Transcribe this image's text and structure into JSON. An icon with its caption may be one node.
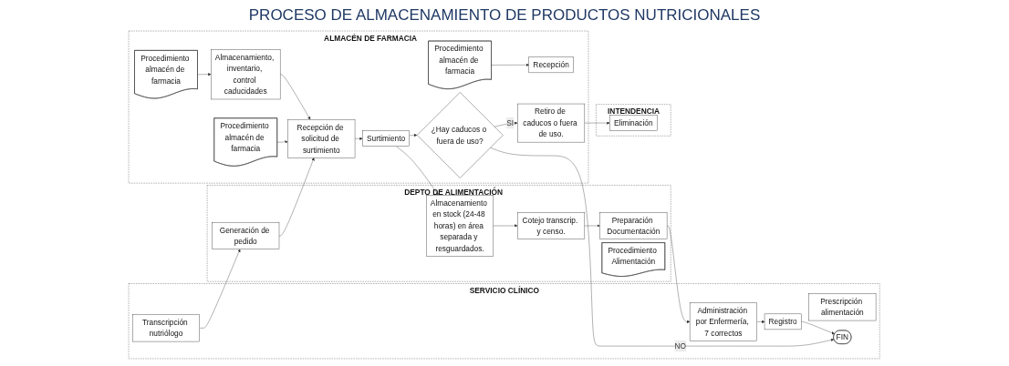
{
  "diagram": {
    "title": "PROCESO DE ALMACENAMIENTO DE PRODUCTOS NUTRICIONALES",
    "nodes": [
      {
        "text": [
          "ALMACÉN DE FARMACIA"
        ]
      },
      {
        "text": [
          "DEPTO DE ALIMENTACIÓN"
        ]
      },
      {
        "text": [
          "SERVICIO CLÍNICO"
        ]
      },
      {
        "text": [
          "INTENDENCIA"
        ]
      },
      {
        "text": [
          "Procedimiento almacén de farmacia"
        ],
        "in": 0
      },
      {
        "text": [
          "Recepción"
        ],
        "in": 0
      },
      {
        "text": [
          "Procedimiento almacén de farmacia"
        ],
        "in": 0
      },
      {
        "text": [
          "Almacenamiento, inventario, control caducidades"
        ],
        "in": 0
      },
      {
        "text": [
          "Procedimiento almacén de farmacia"
        ],
        "in": 0
      },
      {
        "text": [
          "Recepción de solicitud de surtimiento"
        ],
        "in": 0
      },
      {
        "text": [
          "Surtimiento"
        ],
        "in": 0
      },
      {
        "text": [
          "¿Hay caducos o fuera de uso?"
        ],
        "in": 0
      },
      {
        "text": [
          "Retiro de caducos o fuera de uso."
        ],
        "in": 0
      },
      {
        "text": [
          "Generación de pedido"
        ],
        "in": 1
      },
      {
        "text": [
          "Almacenamiento en stock (24-48 horas) en área separada y resguardados."
        ],
        "in": 1
      },
      {
        "text": [
          "Cotejo transcrip. y censo."
        ],
        "in": 1
      },
      {
        "text": [
          "Preparación Documentación"
        ],
        "in": 1
      },
      {
        "text": [
          "Procedimiento Alimentación"
        ],
        "in": 1
      },
      {
        "text": [
          "Prescripción alimentación"
        ],
        "in": 2
      },
      {
        "text": [
          "Transcripción nutriólogo"
        ],
        "in": 2
      },
      {
        "text": [
          "Administración por Enfermería, 7 correctos"
        ],
        "in": 2
      },
      {
        "text": [
          "Registro"
        ],
        "in": 2
      },
      {
        "text": [
          "FIN"
        ],
        "in": 2
      },
      {
        "text": [
          "Eliminación"
        ],
        "in": 3
      }
    ],
    "edges": [
      {
        "from": 4,
        "to": 5,
        "arrow": "to"
      },
      {
        "from": 6,
        "to": 7,
        "arrow": "to"
      },
      {
        "from": 7,
        "to": 9,
        "arrow": "to"
      },
      {
        "from": 8,
        "to": 9,
        "arrow": "to"
      },
      {
        "from": 19,
        "to": 13,
        "arrow": "to"
      },
      {
        "from": 13,
        "to": 9,
        "arrow": "to"
      },
      {
        "from": 9,
        "to": 10,
        "arrow": "to"
      },
      {
        "from": 10,
        "to": 14,
        "arrow": "to"
      },
      {
        "from": 14,
        "to": 15,
        "arrow": "to"
      },
      {
        "from": 15,
        "to": 16,
        "arrow": "to"
      },
      {
        "from": 16,
        "to": 20,
        "arrow": "to"
      },
      {
        "from": 20,
        "to": 21,
        "arrow": "to"
      },
      {
        "from": 21,
        "to": 22,
        "arrow": "to"
      },
      {
        "from": 10,
        "to": 11,
        "arrow": "to"
      },
      {
        "from": 11,
        "to": 22,
        "label": "NO",
        "arrow": "to"
      },
      {
        "from": 11,
        "to": 12,
        "label": "SI",
        "arrow": "to"
      },
      {
        "from": 12,
        "to": 23,
        "arrow": "to"
      }
    ]
  }
}
